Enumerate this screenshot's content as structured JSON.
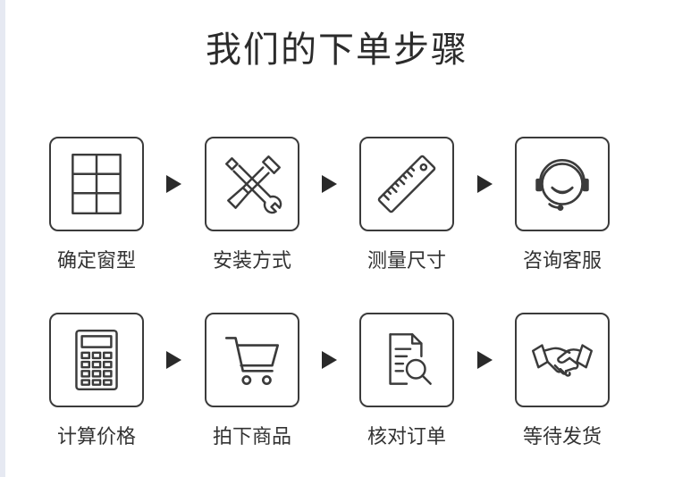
{
  "title": "我们的下单步骤",
  "steps": [
    {
      "label": "确定窗型",
      "icon": "window-grid-icon"
    },
    {
      "label": "安装方式",
      "icon": "wrench-screwdriver-icon"
    },
    {
      "label": "测量尺寸",
      "icon": "ruler-icon"
    },
    {
      "label": "咨询客服",
      "icon": "headset-icon"
    },
    {
      "label": "计算价格",
      "icon": "calculator-icon"
    },
    {
      "label": "拍下商品",
      "icon": "shopping-cart-icon"
    },
    {
      "label": "核对订单",
      "icon": "document-search-icon"
    },
    {
      "label": "等待发货",
      "icon": "handshake-icon"
    }
  ],
  "colors": {
    "stroke": "#3b3b3b",
    "text": "#333333",
    "arrow": "#2a2a2a",
    "accent_strip": "#e6e9f2"
  }
}
